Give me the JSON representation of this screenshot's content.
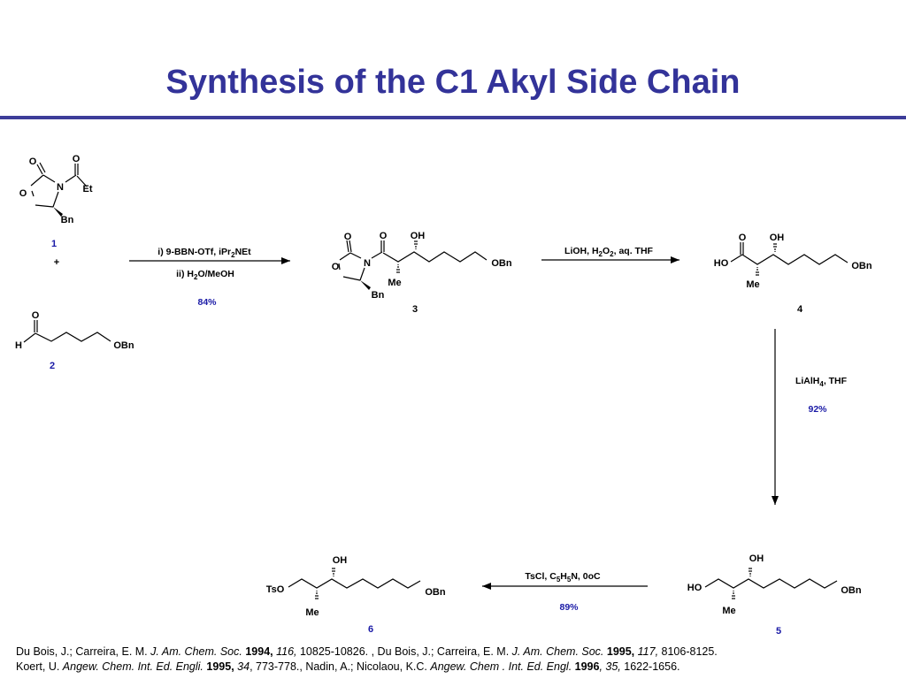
{
  "title": "Synthesis of the C1 Akyl Side Chain",
  "colors": {
    "title": "#333399",
    "rule": "#3d3d99",
    "label": "#1a1aa6"
  },
  "compounds": {
    "c1": {
      "id": "1",
      "atoms": [
        "O",
        "O",
        "N",
        "O",
        "Et",
        "Bn"
      ]
    },
    "plus": "+",
    "c2": {
      "id": "2",
      "atoms": [
        "O",
        "H",
        "OBn"
      ]
    },
    "c3": {
      "id": "3",
      "atoms": [
        "O",
        "O",
        "OH",
        "N",
        "O",
        "OBn",
        "Me",
        "Bn"
      ]
    },
    "c4": {
      "id": "4",
      "atoms": [
        "O",
        "OH",
        "HO",
        "OBn",
        "Me"
      ]
    },
    "c5": {
      "id": "5",
      "atoms": [
        "OH",
        "HO",
        "OBn",
        "Me"
      ]
    },
    "c6": {
      "id": "6",
      "atoms": [
        "OH",
        "TsO",
        "OBn",
        "Me"
      ]
    }
  },
  "reactions": {
    "r1": {
      "line1_pre": "i) 9-BBN-OTf, iPr",
      "line1_sub": "2",
      "line1_post": "NEt",
      "line2_pre": "ii) H",
      "line2_sub": "2",
      "line2_post": "O/MeOH",
      "yield": "84%"
    },
    "r2": {
      "p1": "LiOH, H",
      "s1": "2",
      "p2": "O",
      "s2": "2",
      "p3": ", aq. THF"
    },
    "r3": {
      "p1": "LiAlH",
      "s1": "4",
      "p2": ", THF",
      "yield": "92%"
    },
    "r4": {
      "p1": "TsCl, C",
      "s1": "5",
      "p2": "H",
      "s2": "5",
      "p3": "N, 0oC",
      "yield": "89%"
    }
  },
  "references": {
    "line1": {
      "a": "Du Bois, J.; Carreira, E. M. ",
      "j1": "J. Am. Chem. Soc.",
      "y1": " 1994,",
      "v1": " 116,",
      "p1": " 10825-10826. , Du Bois, J.; Carreira, E. M. ",
      "j2": "J. Am. Chem. Soc.",
      "y2": " 1995,",
      "v2": " 117,",
      "p2": " 8106-8125."
    },
    "line2": {
      "a": "Koert, U. ",
      "j1": "Angew. Chem. Int. Ed. Engli.",
      "y1": " 1995,",
      "v1": " 34",
      "p1": ", 773-778., Nadin, A.; Nicolaou, K.C. ",
      "j2": "Angew. Chem . Int. Ed. Engl.",
      "y2": " 1996",
      "v2": ", 35,",
      "p2": " 1622-1656."
    }
  }
}
